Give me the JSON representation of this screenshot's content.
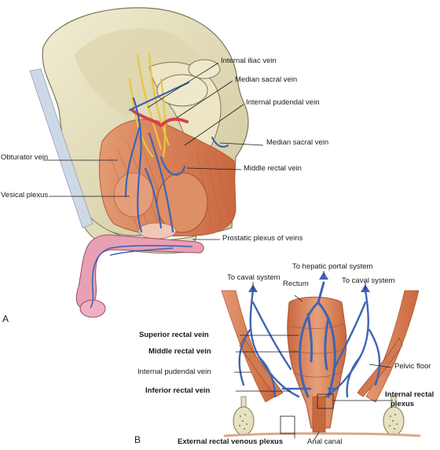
{
  "panel_a": {
    "letter": "A",
    "labels": {
      "internal_iliac": "Internal iliac vein",
      "median_sacral_1": "Median sacral vein",
      "internal_pudendal": "Internal pudendal vein",
      "median_sacral_2": "Median sacral vein",
      "obturator": "Obturator vein",
      "middle_rectal": "Middle rectal vein",
      "vesical": "Vesical plexus",
      "prostatic": "Prostatic plexus of veins"
    }
  },
  "panel_b": {
    "letter": "B",
    "labels": {
      "hepatic_portal": "To hepatic portal system",
      "caval_left": "To caval system",
      "rectum": "Rectum",
      "caval_right": "To caval system",
      "superior_rectal": "Superior rectal vein",
      "middle_rectal": "Middle rectal vein",
      "internal_pudendal": "Internal pudendal vein",
      "pelvic_floor": "Pelvic floor",
      "inferior_rectal": "Inferior rectal vein",
      "internal_plexus_1": "Internal rectal",
      "internal_plexus_2": "plexus",
      "external_plexus": "External rectal venous plexus",
      "anal_canal": "Anal canal"
    }
  },
  "colors": {
    "bone": "#e6e1bf",
    "bone_edge": "#7d7658",
    "muscle": "#d9825a",
    "muscle_dark": "#b85a3a",
    "vein": "#3f64b4",
    "artery": "#d8404a",
    "nerve": "#e8c640",
    "penis": "#e7a0b4",
    "ligament": "#c9d6e3",
    "leader": "#1a1a1a"
  }
}
